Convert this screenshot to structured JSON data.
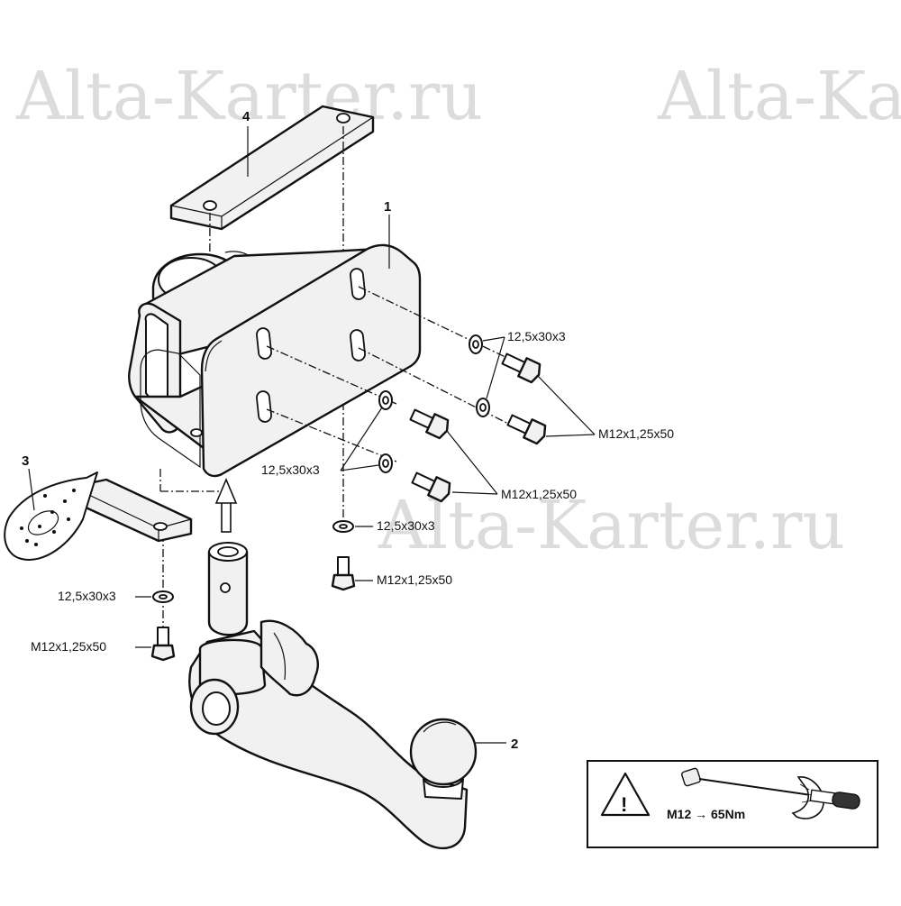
{
  "watermark": {
    "left": "Alta-Karter.ru",
    "right": "Alta-Ka",
    "center": "Alta-Karter.ru"
  },
  "parts": {
    "bracket": "1",
    "ball": "2",
    "socket": "3",
    "plate": "4"
  },
  "fasteners": {
    "washer_a": "12,5x30x3",
    "bolt_a": "M12x1,25x50",
    "washer_b": "12,5x30x3",
    "bolt_b": "M12x1,25x50",
    "washer_c": "12,5x30x3",
    "bolt_c": "M12x1,25x50",
    "washer_d": "12,5x30x3",
    "bolt_d": "M12x1,25x50"
  },
  "torque_note": {
    "warning_symbol": "!",
    "spec": "M12 → 65Nm",
    "icon": "torque-wrench-icon"
  }
}
